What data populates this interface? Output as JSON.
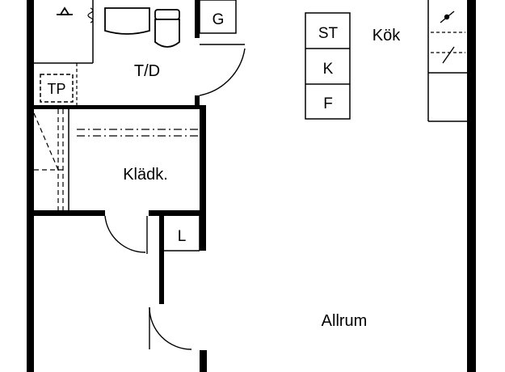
{
  "floor_plan": {
    "rooms": {
      "bathroom": "T/D",
      "wardrobe_room": "Klädk.",
      "kitchen": "Kök",
      "living_room": "Allrum"
    },
    "fixtures": {
      "laundry_cabinet": "G",
      "heat_pump": "TP",
      "linen_closet": "L",
      "tall_cabinet": "ST",
      "refrigerator": "K",
      "freezer": "F"
    }
  }
}
